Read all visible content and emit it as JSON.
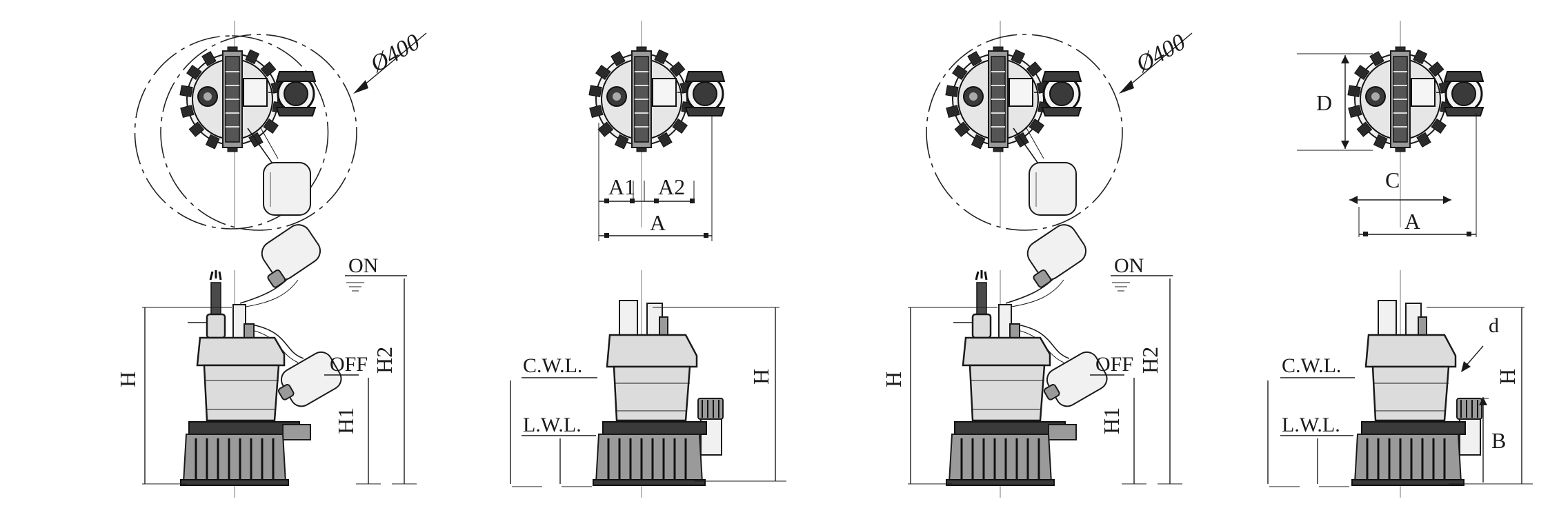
{
  "drawing": {
    "labels": {
      "dia": "Ø400",
      "on": "ON",
      "off": "OFF",
      "h": "H",
      "h1": "H1",
      "h2": "H2",
      "a": "A",
      "a1": "A1",
      "a2": "A2",
      "b": "B",
      "c": "C",
      "d_upper": "D",
      "d_lower": "d",
      "cwl": "C.W.L.",
      "lwl": "L.W.L."
    }
  }
}
